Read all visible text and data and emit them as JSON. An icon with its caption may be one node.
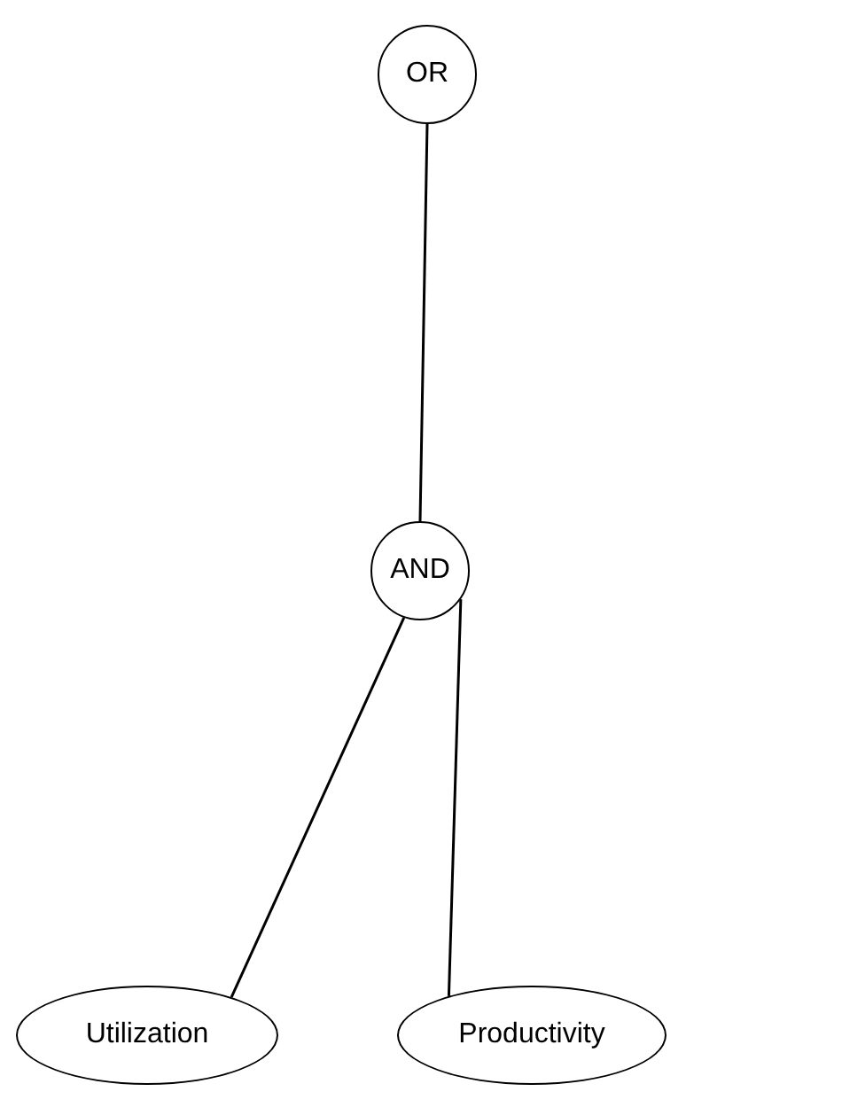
{
  "diagram": {
    "nodes": [
      {
        "text": [
          "OR"
        ]
      },
      {
        "text": [
          "AND"
        ]
      },
      {
        "text": [
          "Utilization"
        ]
      },
      {
        "text": [
          "Productivity"
        ]
      }
    ],
    "edges": [
      {
        "from": 0,
        "to": 1,
        "arrow": "none"
      },
      {
        "from": 1,
        "to": 2,
        "arrow": "none"
      },
      {
        "from": 1,
        "to": 3,
        "arrow": "none"
      }
    ]
  }
}
